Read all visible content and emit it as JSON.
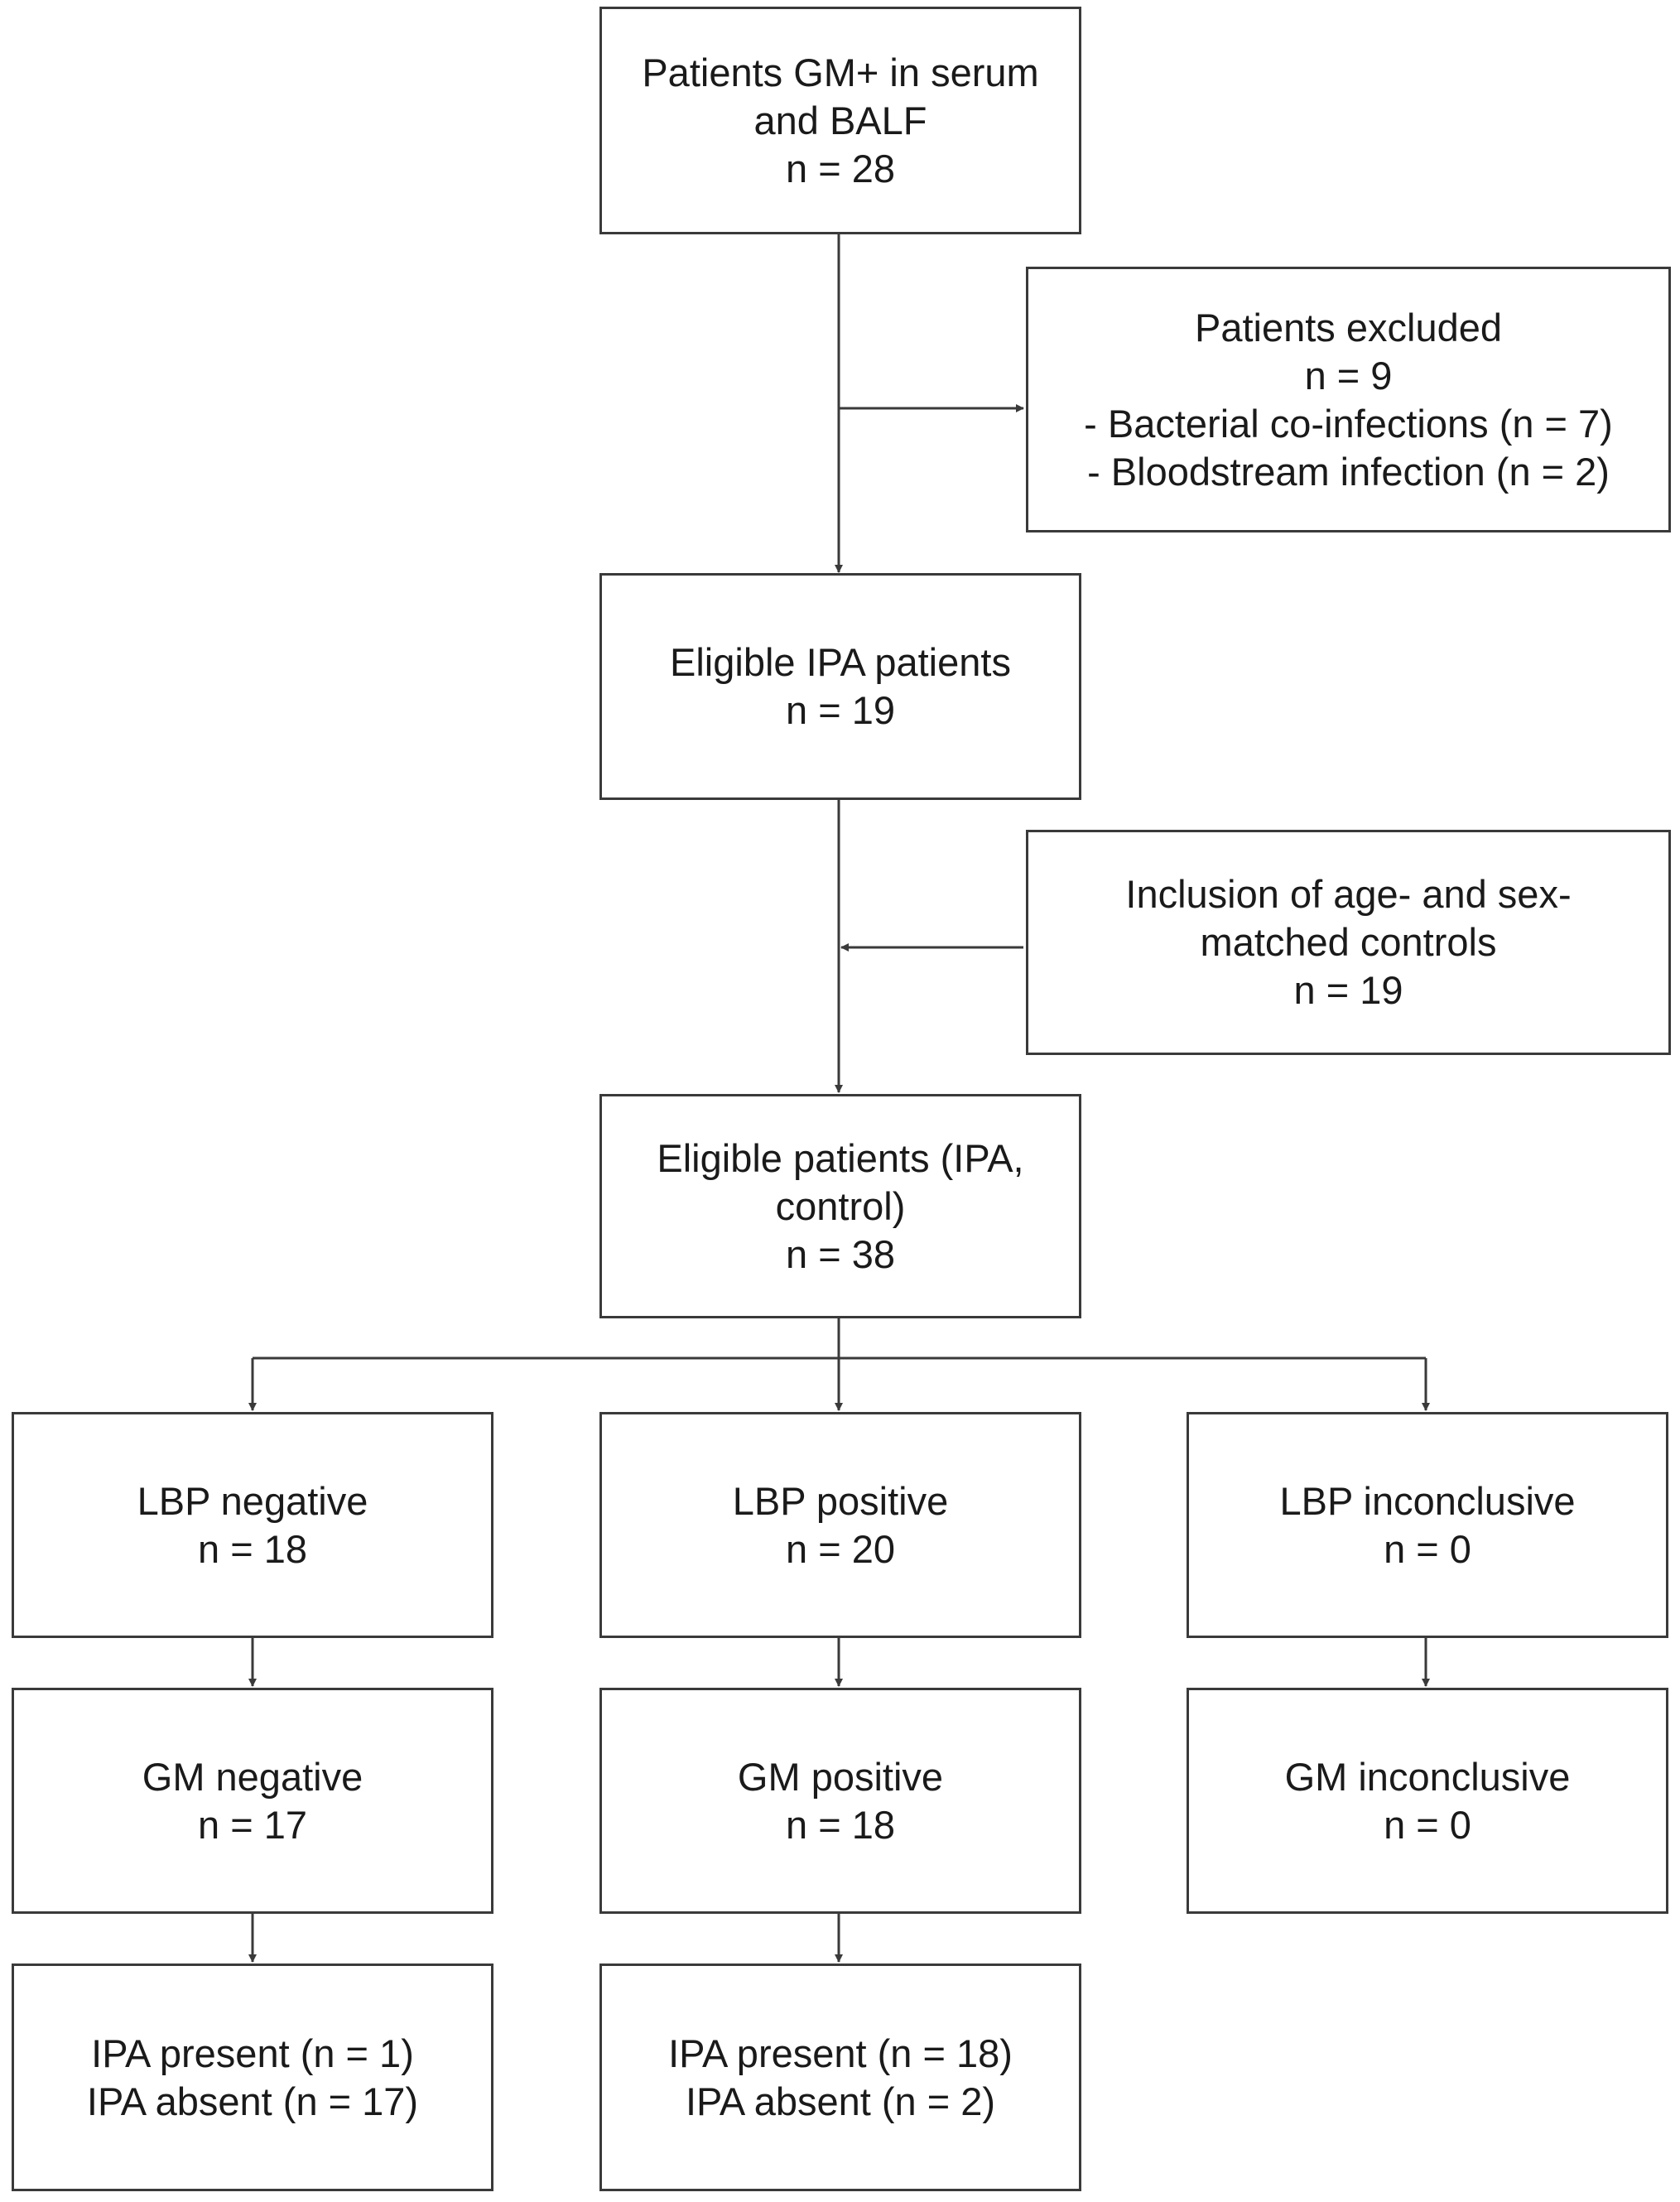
{
  "boxes": {
    "start": {
      "lines": [
        "Patients GM+ in serum",
        "and BALF",
        "n = 28"
      ]
    },
    "excluded": {
      "lines": [
        "Patients excluded",
        "n = 9",
        "- Bacterial co-infections (n = 7)",
        "- Bloodstream infection (n = 2)"
      ]
    },
    "eligible_ipa": {
      "lines": [
        "Eligible IPA patients",
        "n = 19"
      ]
    },
    "controls": {
      "lines": [
        "Inclusion of age- and sex-",
        "matched controls",
        "n = 19"
      ]
    },
    "eligible_all": {
      "lines": [
        "Eligible patients (IPA,",
        "control)",
        "n = 38"
      ]
    },
    "lbp_negative": {
      "lines": [
        "LBP negative",
        "n = 18"
      ]
    },
    "lbp_positive": {
      "lines": [
        "LBP positive",
        "n = 20"
      ]
    },
    "lbp_inconclusive": {
      "lines": [
        "LBP inconclusive",
        "n = 0"
      ]
    },
    "gm_negative": {
      "lines": [
        "GM negative",
        "n = 17"
      ]
    },
    "gm_positive": {
      "lines": [
        "GM positive",
        "n = 18"
      ]
    },
    "gm_inconclusive": {
      "lines": [
        "GM inconclusive",
        "n = 0"
      ]
    },
    "ipa_neg_branch": {
      "lines": [
        "IPA present (n = 1)",
        "IPA absent (n = 17)"
      ]
    },
    "ipa_pos_branch": {
      "lines": [
        "IPA present (n = 18)",
        "IPA absent (n = 2)"
      ]
    }
  },
  "colors": {
    "stroke": "#3a3a3a",
    "text": "#1a1a1a",
    "background": "#ffffff"
  }
}
